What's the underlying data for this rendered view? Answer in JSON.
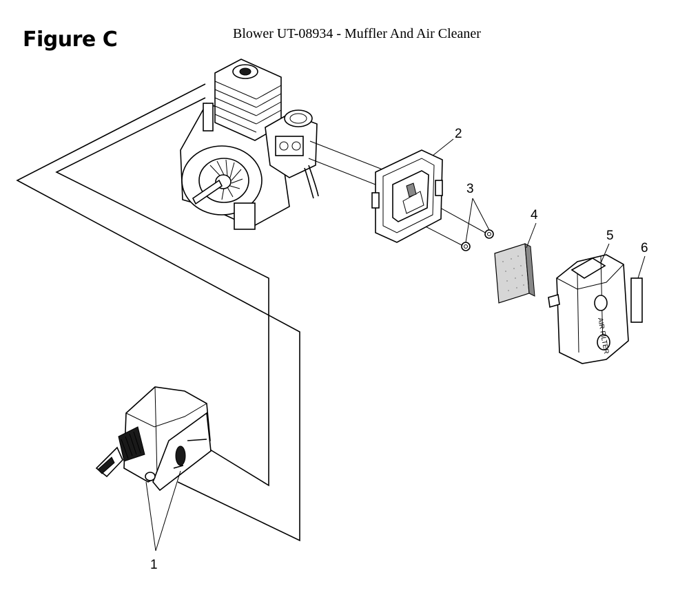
{
  "header": {
    "figure_label": "Figure C",
    "title": "Blower UT-08934 - Muffler And Air Cleaner"
  },
  "callouts": [
    {
      "id": "1",
      "label": "1"
    },
    {
      "id": "2",
      "label": "2"
    },
    {
      "id": "3",
      "label": "3"
    },
    {
      "id": "4",
      "label": "4"
    },
    {
      "id": "5",
      "label": "5"
    },
    {
      "id": "6",
      "label": "6"
    }
  ],
  "parts": {
    "air_filter_cover_text": "AIR FILTER"
  },
  "colors": {
    "line": "#000000",
    "background": "#ffffff"
  }
}
